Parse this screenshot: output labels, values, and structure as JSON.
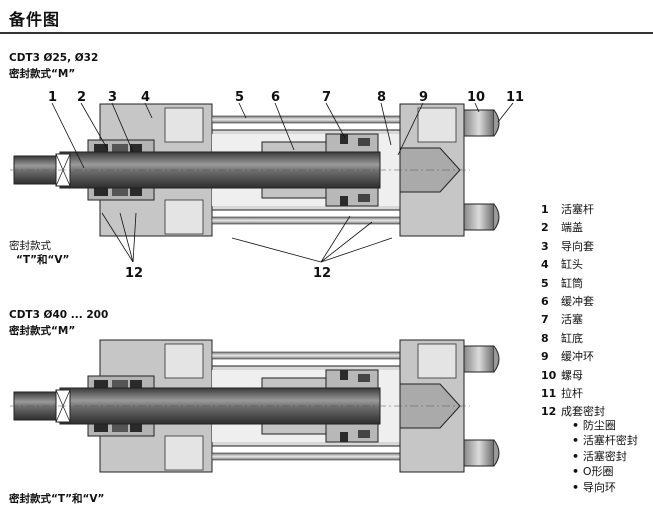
{
  "header": {
    "title": "备件图"
  },
  "diagram_top": {
    "model": "CDT3  Ø25, Ø32",
    "seal_primary": "密封款式“M”",
    "seal_alt_line1": "密封款式",
    "seal_alt_line2": "“T”和“V”",
    "callouts": [
      "1",
      "2",
      "3",
      "4",
      "5",
      "6",
      "7",
      "8",
      "9",
      "10",
      "11"
    ],
    "bottom_callouts": [
      "12",
      "12"
    ]
  },
  "diagram_bottom": {
    "model": "CDT3  Ø40 ... 200",
    "seal_primary": "密封款式“M”",
    "seal_alt": "密封款式“T”和“V”"
  },
  "legend": {
    "items": [
      {
        "num": "1",
        "label": "活塞杆"
      },
      {
        "num": "2",
        "label": "端盖"
      },
      {
        "num": "3",
        "label": "导向套"
      },
      {
        "num": "4",
        "label": "缸头"
      },
      {
        "num": "5",
        "label": "缸筒"
      },
      {
        "num": "6",
        "label": "缓冲套"
      },
      {
        "num": "7",
        "label": "活塞"
      },
      {
        "num": "8",
        "label": "缸底"
      },
      {
        "num": "9",
        "label": "缓冲环"
      },
      {
        "num": "10",
        "label": "螺母"
      },
      {
        "num": "11",
        "label": "拉杆"
      },
      {
        "num": "12",
        "label": "成套密封"
      }
    ],
    "subitems": [
      "防尘圈",
      "活塞杆密封",
      "活塞密封",
      "O形圈",
      "导向环"
    ]
  },
  "colors": {
    "housing": "#c8c8c8",
    "rod": "#5a5a5a",
    "rod_light": "#8a8a8a",
    "seal": "#2a2a2a",
    "line": "#111111"
  }
}
